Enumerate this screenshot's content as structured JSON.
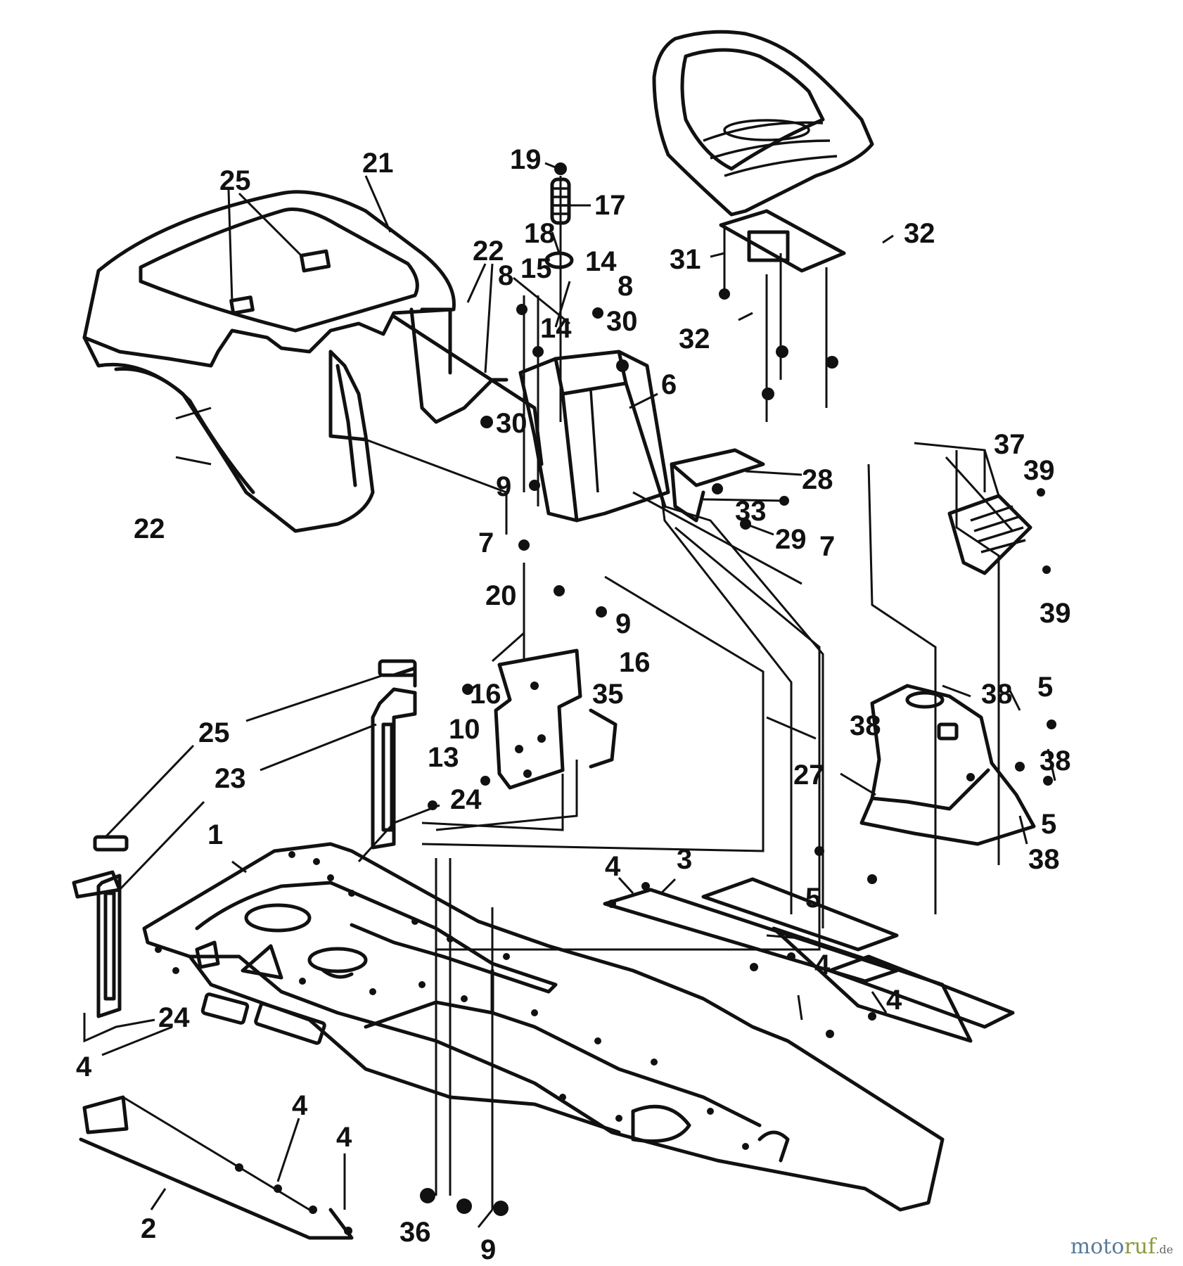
{
  "callouts": [
    {
      "id": "c25a",
      "text": "25"
    },
    {
      "id": "c21",
      "text": "21"
    },
    {
      "id": "c19",
      "text": "19"
    },
    {
      "id": "c17",
      "text": "17"
    },
    {
      "id": "c18",
      "text": "18"
    },
    {
      "id": "c22a",
      "text": "22"
    },
    {
      "id": "c8a",
      "text": "8"
    },
    {
      "id": "c15",
      "text": "15"
    },
    {
      "id": "c14a",
      "text": "14"
    },
    {
      "id": "c8b",
      "text": "8"
    },
    {
      "id": "c14b",
      "text": "14"
    },
    {
      "id": "c30a",
      "text": "30"
    },
    {
      "id": "c30b",
      "text": "30"
    },
    {
      "id": "c6",
      "text": "6"
    },
    {
      "id": "c31",
      "text": "31"
    },
    {
      "id": "c32a",
      "text": "32"
    },
    {
      "id": "c32b",
      "text": "32"
    },
    {
      "id": "c37",
      "text": "37"
    },
    {
      "id": "c39a",
      "text": "39"
    },
    {
      "id": "c28",
      "text": "28"
    },
    {
      "id": "c33",
      "text": "33"
    },
    {
      "id": "c29",
      "text": "29"
    },
    {
      "id": "c7a",
      "text": "7"
    },
    {
      "id": "c7b",
      "text": "7"
    },
    {
      "id": "c9a",
      "text": "9"
    },
    {
      "id": "c22b",
      "text": "22"
    },
    {
      "id": "c20",
      "text": "20"
    },
    {
      "id": "c9b",
      "text": "9"
    },
    {
      "id": "c39b",
      "text": "39"
    },
    {
      "id": "c16a",
      "text": "16"
    },
    {
      "id": "c16b",
      "text": "16"
    },
    {
      "id": "c35",
      "text": "35"
    },
    {
      "id": "c10",
      "text": "10"
    },
    {
      "id": "c38a",
      "text": "38"
    },
    {
      "id": "c5a",
      "text": "5"
    },
    {
      "id": "c38b",
      "text": "38"
    },
    {
      "id": "c38c",
      "text": "38"
    },
    {
      "id": "c25b",
      "text": "25"
    },
    {
      "id": "c23",
      "text": "23"
    },
    {
      "id": "c13",
      "text": "13"
    },
    {
      "id": "c24a",
      "text": "24"
    },
    {
      "id": "c27",
      "text": "27"
    },
    {
      "id": "c5b",
      "text": "5"
    },
    {
      "id": "c38d",
      "text": "38"
    },
    {
      "id": "c1",
      "text": "1"
    },
    {
      "id": "c3",
      "text": "3"
    },
    {
      "id": "c4a",
      "text": "4"
    },
    {
      "id": "c5c",
      "text": "5"
    },
    {
      "id": "c4b",
      "text": "4"
    },
    {
      "id": "c24b",
      "text": "24"
    },
    {
      "id": "c4c",
      "text": "4"
    },
    {
      "id": "c4d",
      "text": "4"
    },
    {
      "id": "c4e",
      "text": "4"
    },
    {
      "id": "c4f",
      "text": "4"
    },
    {
      "id": "c36",
      "text": "36"
    },
    {
      "id": "c9c",
      "text": "9"
    },
    {
      "id": "c2",
      "text": "2"
    }
  ],
  "watermark": {
    "part1": "moto",
    "part2": "ruf",
    "suffix": ".de"
  }
}
